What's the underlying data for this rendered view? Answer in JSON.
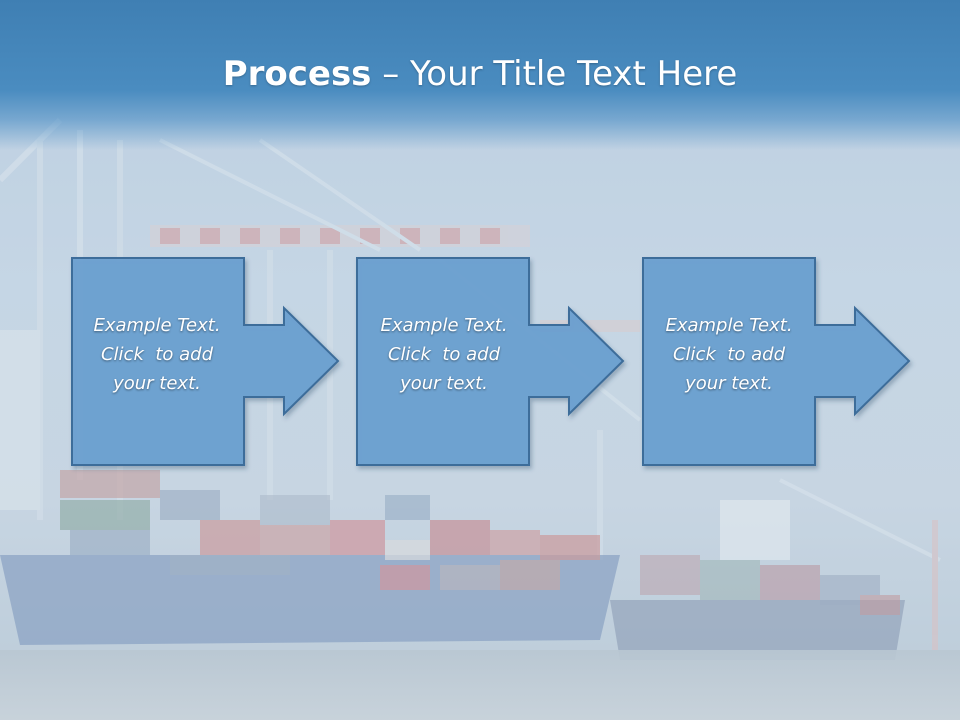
{
  "slide": {
    "title_bold": "Process",
    "title_rest": " – Your Title Text Here",
    "steps": [
      {
        "line1": "Example Text.",
        "line2": "Click  to add",
        "line3": "your text."
      },
      {
        "line1": "Example Text.",
        "line2": "Click  to add",
        "line3": "your text."
      },
      {
        "line1": "Example Text.",
        "line2": "Click  to add",
        "line3": "your text."
      }
    ]
  },
  "colors": {
    "header": "#4a8cc0",
    "box_fill": "#6a9fd0",
    "box_stroke": "#3c6d9a",
    "text": "#ffffff"
  }
}
